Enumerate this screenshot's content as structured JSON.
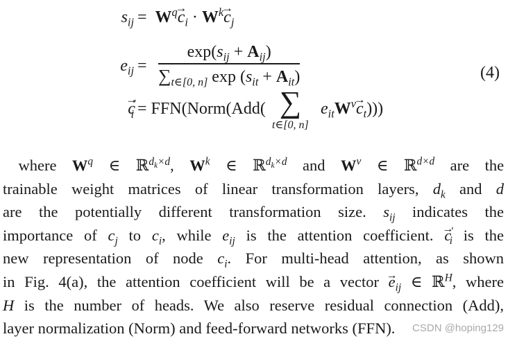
{
  "equations": {
    "number": "(4)",
    "eq1": {
      "lhs": "s",
      "lhs_sub": "ij",
      "eq": "=",
      "w1": "W",
      "w1_sup": "q",
      "c1": "c",
      "c1_sub": "i",
      "dot": "·",
      "w2": "W",
      "w2_sup": "k",
      "c2": "c",
      "c2_sub": "j"
    },
    "eq2": {
      "lhs": "e",
      "lhs_sub": "ij",
      "eq": "=",
      "num_text": "exp(",
      "num_s": "s",
      "num_s_sub": "ij",
      "num_plus": " + ",
      "num_a": "A",
      "num_a_sub": "ij",
      "num_close": ")",
      "den_sigma": "∑",
      "den_range": "t∈[0, n]",
      "den_text": " exp (",
      "den_s": "s",
      "den_s_sub": "it",
      "den_plus": " + ",
      "den_a": "A",
      "den_a_sub": "it",
      "den_close": ")"
    },
    "eq3": {
      "lhs": "c",
      "lhs_sub": "i",
      "lhs_prime": "′",
      "eq": "=",
      "prefix": "FFN(Norm(Add(",
      "sigma": "∑",
      "range": "t∈[0, n]",
      "e": "e",
      "e_sub": "it",
      "w": "W",
      "w_sup": "v",
      "c": "c",
      "c_sub": "t",
      "suffix": ")))"
    }
  },
  "paragraph": {
    "l1": {
      "where": "where",
      "w1": "W",
      "w1_sup": "q",
      "in1": "∈",
      "r1": "ℝ",
      "r1_sup": "d",
      "r1_sup_sub": "k",
      "r1_sup_rest": "×d",
      "comma": ",",
      "w2": "W",
      "w2_sup": "k",
      "in2": "∈",
      "r2": "ℝ",
      "r2_sup": "d",
      "r2_sup_sub": "k",
      "r2_sup_rest": "×d",
      "and": "and",
      "w3": "W",
      "w3_sup": "v",
      "in3": "∈",
      "r3": "ℝ",
      "r3_sup": "d×d",
      "tail": "are the"
    },
    "l2": {
      "text": "trainable weight matrices of linear transformation layers,",
      "d": "d",
      "d_sub": "k",
      "and": "and",
      "d2": "d"
    },
    "l3": {
      "text": "are the potentially different transformation size.",
      "s": "s",
      "s_sub": "ij",
      "tail": "indicates the"
    },
    "l4": {
      "text1": "importance of",
      "c1": "c",
      "c1_sub": "j",
      "to": "to",
      "c2": "c",
      "c2_sub": "i",
      "text2": ", while",
      "e": "e",
      "e_sub": "ij",
      "text3": "is the attention coefficient.",
      "cvec": "c",
      "cvec_sub": "i",
      "cvec_prime": "′",
      "tail": "is the"
    },
    "l5": {
      "text": "new representation of node",
      "c": "c",
      "c_sub": "i",
      "tail": ". For multi-head attention, as shown"
    },
    "l6": {
      "text": "in Fig. 4(a), the attention coefficient will be a vector",
      "e": "e",
      "e_sub": "ij",
      "in": "∈",
      "r": "ℝ",
      "r_sup": "H",
      "tail": ", where"
    },
    "l7": {
      "h": "H",
      "text": "is the number of heads. We also reserve residual connection (Add),"
    },
    "l8": {
      "text": "layer normalization (Norm) and feed-forward networks (FFN)."
    }
  },
  "watermark": "CSDN @hoping129"
}
